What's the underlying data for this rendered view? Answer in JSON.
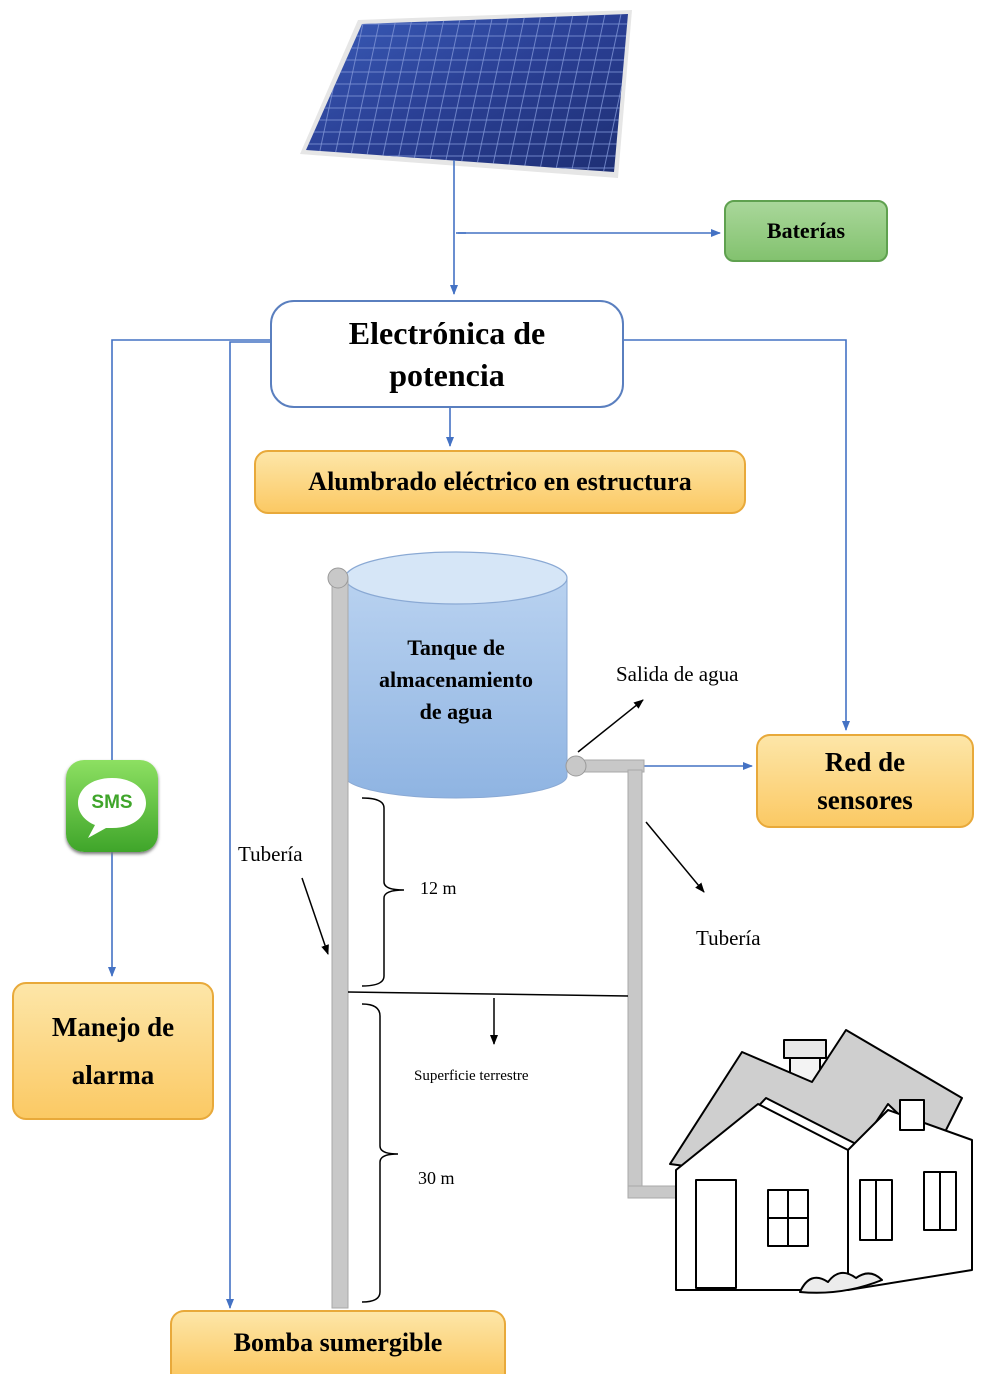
{
  "nodes": {
    "baterias": "Baterías",
    "electronica_line1": "Electrónica de",
    "electronica_line2": "potencia",
    "alumbrado": "Alumbrado eléctrico en estructura",
    "red_line1": "Red de",
    "red_line2": "sensores",
    "manejo_line1": "Manejo de",
    "manejo_line2": "alarma",
    "bomba": "Bomba sumergible",
    "tanque_line1": "Tanque de",
    "tanque_line2": "almacenamiento",
    "tanque_line3": "de agua"
  },
  "labels": {
    "salida": "Salida de agua",
    "tuberia_left": "Tubería",
    "tuberia_right": "Tubería",
    "height_12": "12 m",
    "superficie": "Superficie terrestre",
    "depth_30": "30 m",
    "sms": "SMS"
  },
  "icons": [
    "solar-panel-icon",
    "sms-icon",
    "house-icon",
    "water-tank-icon"
  ],
  "colors": {
    "arrow": "#4472c4",
    "orange_fill": "#fcd27f",
    "green_fill": "#8fc97b",
    "tank": "#a4c3e8",
    "pipe": "#c8c8c8",
    "panel": "#2c3f8f"
  }
}
